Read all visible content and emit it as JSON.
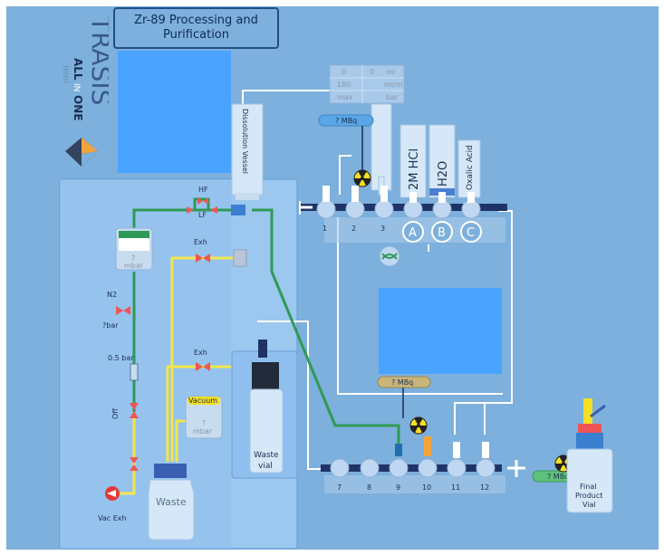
{
  "title": {
    "line1": "Zr-89 Processing and",
    "line2": "Purification"
  },
  "brand": {
    "name": "TRASIS",
    "sub1": "ALL",
    "sub2": "IN",
    "sub3": "ONE",
    "sub4": "mini"
  },
  "syringe_panel": {
    "val1": "0",
    "unit1_val": "0",
    "unit1": "ml",
    "val2": "180",
    "unit2": "ml/m",
    "val3": "max",
    "unit3": "bar"
  },
  "activity_top": "? MBq",
  "activity_mid": "? MBq",
  "activity_right": "? MBq",
  "dissolution_vessel": "Dissolution Vessel",
  "reagents": {
    "hcl": "2M HCl",
    "h2o": "H2O",
    "oxalic": "Oxalic Acid"
  },
  "reagent_letters": [
    "A",
    "B",
    "C"
  ],
  "top_manifold_positions": [
    "1",
    "2",
    "3"
  ],
  "bottom_manifold_positions": [
    "7",
    "8",
    "9",
    "10",
    "11",
    "12"
  ],
  "valves": {
    "hf": "HF",
    "lf": "LF",
    "exh1": "Exh",
    "exh2": "Exh",
    "n2": "N2",
    "n2_value": "?bar",
    "pressure_label": "0.5 bar",
    "off": "Off"
  },
  "gauge_pressure": {
    "value": "?",
    "unit": "mbar"
  },
  "gauge_vacuum": {
    "label": "Vacuum",
    "value": "?",
    "unit": "mbar"
  },
  "waste_label": "Waste",
  "waste_vial_label": "Waste vial",
  "vac_exh": "Vac Exh",
  "final_vial": {
    "line1": "Final",
    "line2": "Product",
    "line3": "Vial"
  },
  "colors": {
    "background": "#7db0dc",
    "green_line": "#2f9a55",
    "yellow_line": "#f2e64a",
    "manifold": "#1f3366",
    "accent_blue": "#4aa3ff"
  }
}
